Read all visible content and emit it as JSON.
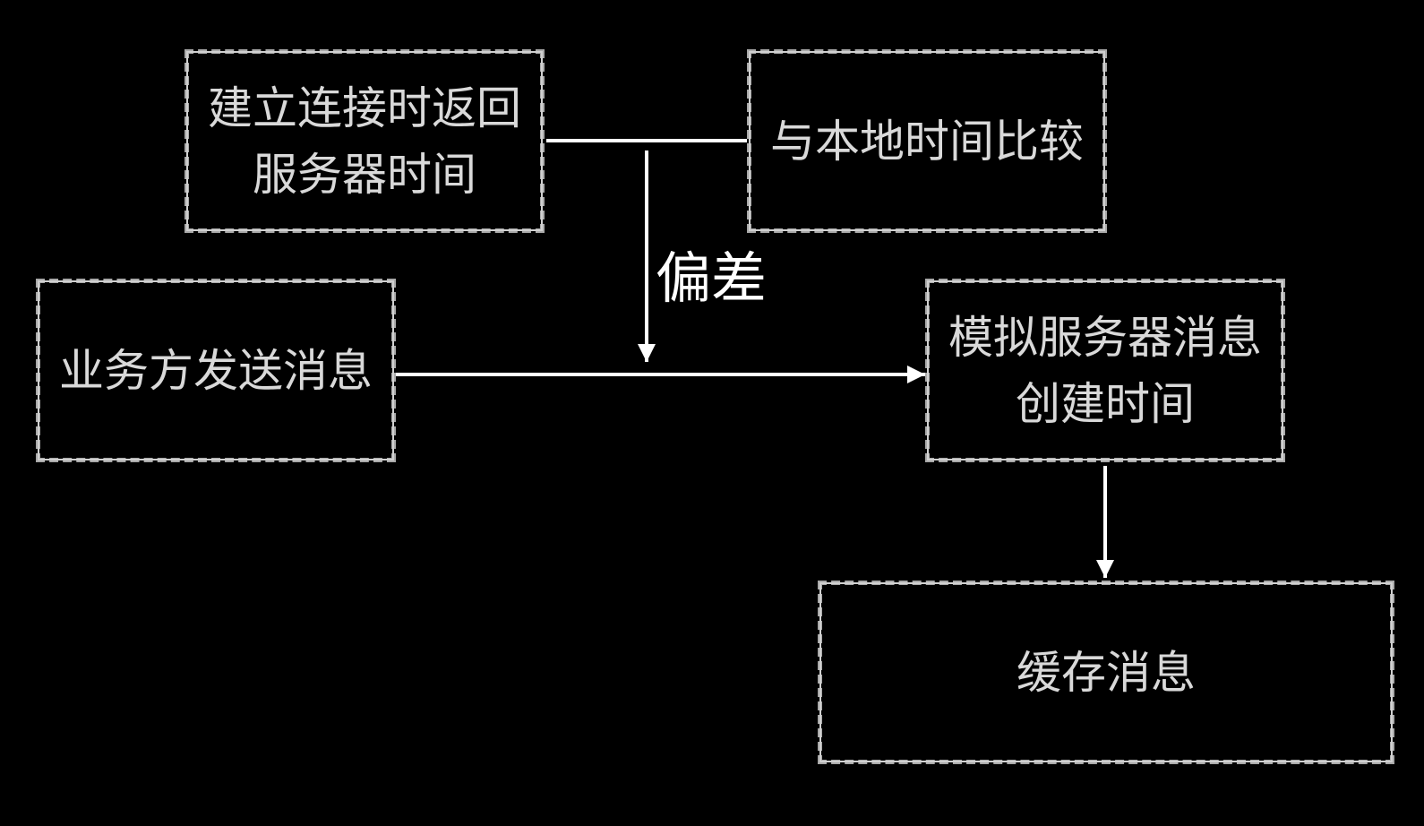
{
  "nodes": {
    "server_time": {
      "lines": [
        "建立连接时返回",
        "服务器时间"
      ]
    },
    "compare_local": {
      "lines": [
        "与本地时间比较"
      ]
    },
    "business_send": {
      "lines": [
        "业务方发送消息"
      ]
    },
    "simulate_time": {
      "lines": [
        "模拟服务器消息",
        "创建时间"
      ]
    },
    "cache_message": {
      "lines": [
        "缓存消息"
      ]
    }
  },
  "edges": {
    "offset_label": "偏差"
  },
  "colors": {
    "background": "#000000",
    "box_border": "#b0b0b0",
    "box_text": "#d9d9d9",
    "arrow": "#ffffff",
    "label": "#ffffff"
  }
}
